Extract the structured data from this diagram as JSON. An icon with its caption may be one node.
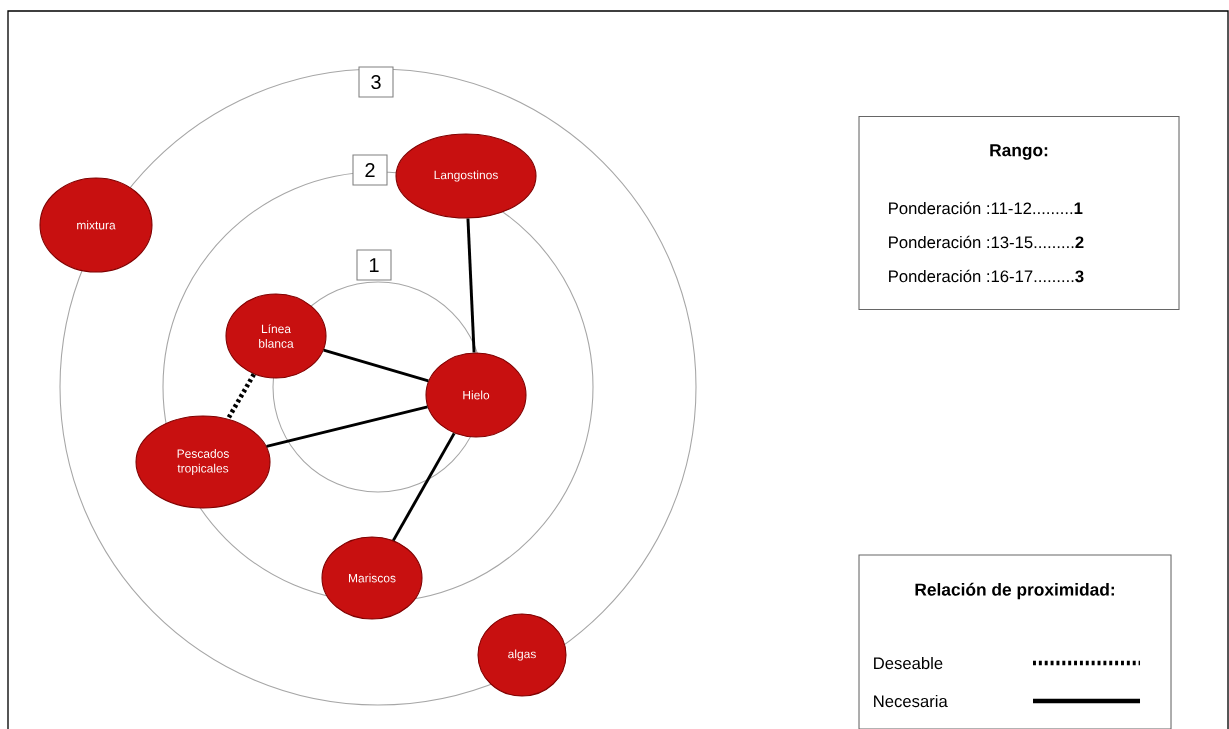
{
  "diagram": {
    "nodes": [
      {
        "text": [
          "3"
        ]
      },
      {
        "text": [
          "2"
        ]
      },
      {
        "text": [
          "Langostinos"
        ]
      },
      {
        "text": [
          "mixtura"
        ]
      },
      {
        "text": [
          "Rango:",
          "Ponderación :11-12.........**1**",
          "Ponderación :13-15.........**2**",
          "Ponderación :16-17.........**3**"
        ]
      },
      {
        "text": [
          "1"
        ]
      },
      {
        "text": [
          "Línea blanca"
        ]
      },
      {
        "text": [
          "Hielo"
        ]
      },
      {
        "text": [
          "Pescados tropicales"
        ]
      },
      {
        "text": [
          "Mariscos"
        ]
      },
      {
        "text": [
          "Relación de proximidad:"
        ]
      },
      {
        "text": [
          "algas"
        ]
      }
    ],
    "edges": [
      {
        "from": 2,
        "to": 7,
        "arrow": "none"
      },
      {
        "from": 6,
        "to": 7,
        "arrow": "none"
      },
      {
        "from": 6,
        "to": 8,
        "arrow": "none",
        "style": "dashed"
      },
      {
        "from": 8,
        "to": 7,
        "arrow": "none"
      },
      {
        "from": 7,
        "to": 9,
        "arrow": "none"
      }
    ],
    "legend": [
      {
        "text": "Deseable"
      },
      {
        "text": "Necesaria"
      }
    ]
  }
}
